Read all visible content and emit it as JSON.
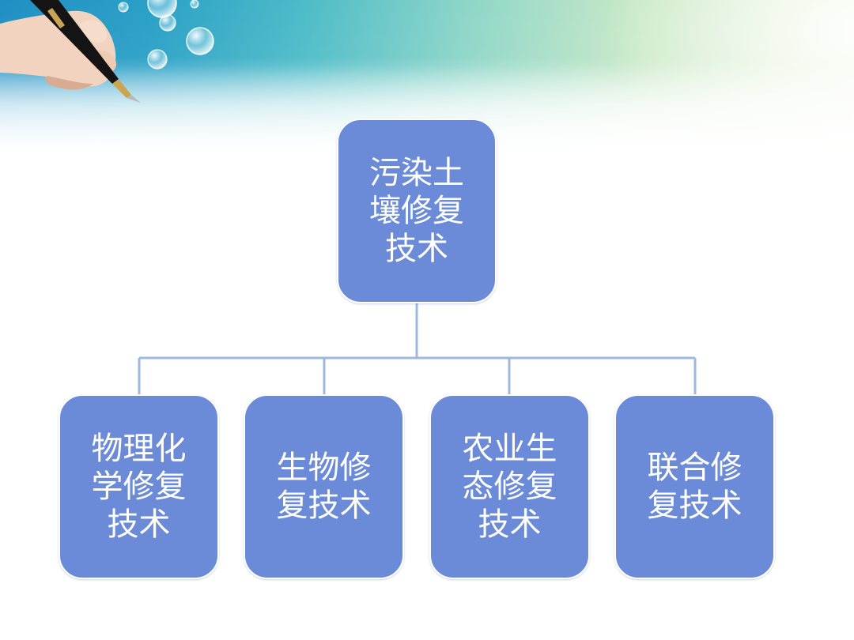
{
  "diagram": {
    "root": {
      "label": "污染土\n壤修复\n技术"
    },
    "children": [
      {
        "label": "物理化\n学修复\n技术"
      },
      {
        "label": "生物修\n复技术"
      },
      {
        "label": "农业生\n态修复\n技术"
      },
      {
        "label": "联合修\n复技术"
      }
    ]
  },
  "style": {
    "node_fill": "#6b8bd8",
    "node_text": "#ffffff",
    "connector": "#9fb8e0",
    "banner_left": "#1f8fc4",
    "banner_right": "#eef6dd"
  },
  "decoration": {
    "banner_art": "hand-holding-pen-with-water-bubbles"
  }
}
